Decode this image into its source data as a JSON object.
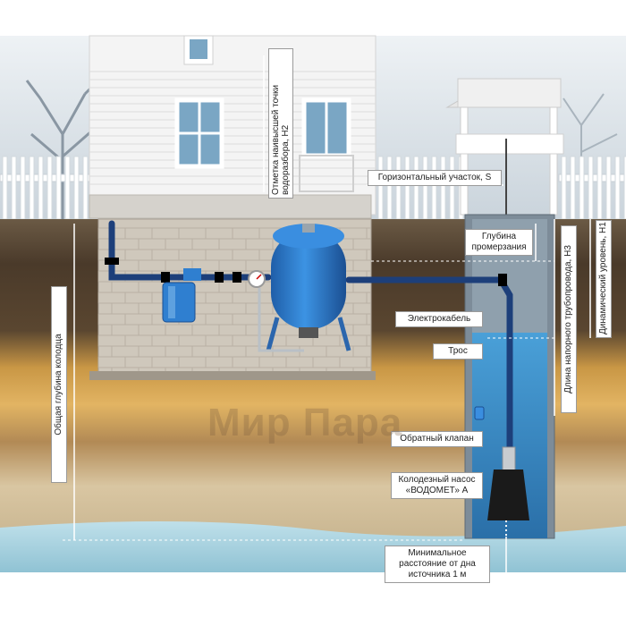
{
  "labels": {
    "h2_label": "Отметка наивысшей точки водоразбора, H2",
    "horizontal_label": "Горизонтальный участок, S",
    "frost_label": "Глубина промерзания",
    "total_depth_label": "Общая глубина колодца",
    "pipe_length_label": "Длина напорного трубопровода, H3",
    "dynamic_level_label": "Динамический уровень, H1",
    "cable_label": "Электрокабель",
    "rope_label": "Трос",
    "check_valve_label": "Обратный клапан",
    "pump_label": "Колодезный насос «ВОДОМЕТ» А",
    "min_distance_label": "Минимальное расстояние от дна источника 1 м"
  },
  "watermark": "Мир Пара",
  "colors": {
    "sky": "#dfe7ee",
    "soil_dark": "#4a3a2a",
    "soil_orange": "#d8a24a",
    "soil_sand": "#d9c6a2",
    "water": "#3f8fc9",
    "tank_blue": "#2f7fd0",
    "pipe": "#1d3f7a",
    "brick": "#c9c2b6",
    "house": "#f3f3f3"
  }
}
